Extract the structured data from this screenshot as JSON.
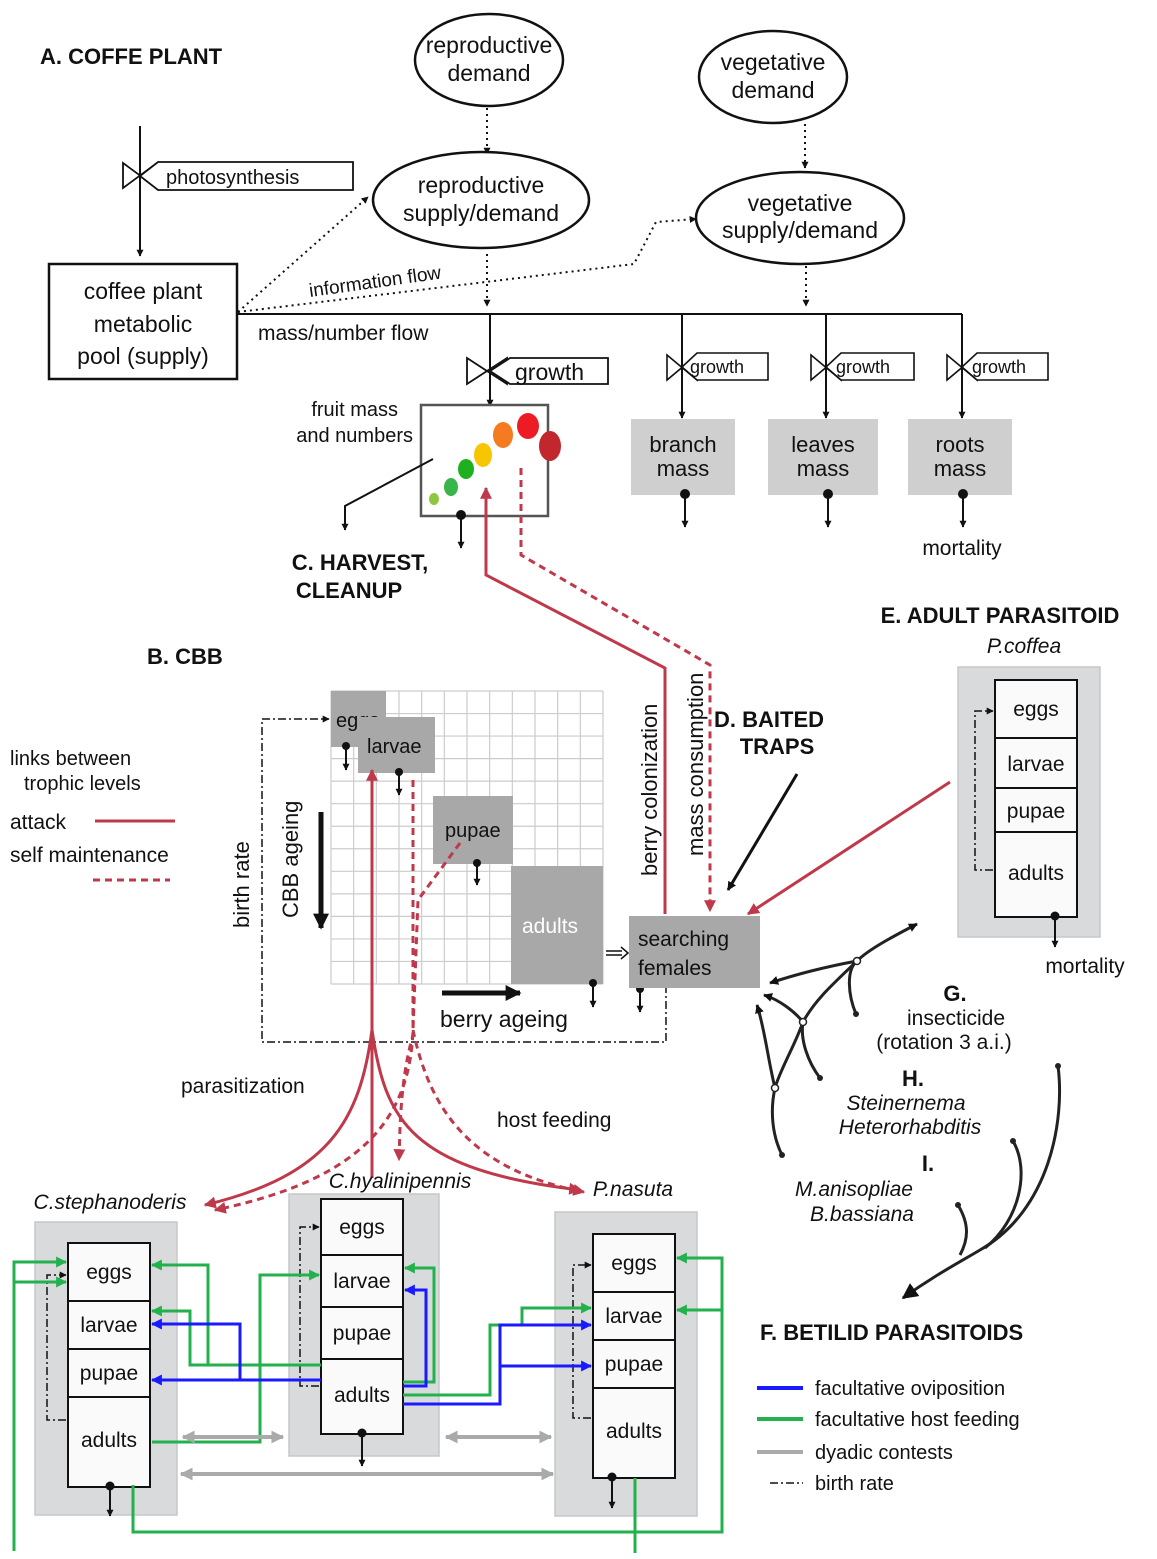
{
  "sections": {
    "a": "A. COFFE PLANT",
    "b": "B. CBB",
    "c_line1": "C. HARVEST,",
    "c_line2": "CLEANUP",
    "d_line1": "D. BAITED",
    "d_line2": "TRAPS",
    "e": "E. ADULT PARASITOID",
    "e_species": "P.coffea",
    "f": "F. BETILID PARASITOIDS",
    "g": "G.",
    "h": "H.",
    "i": "I."
  },
  "plant": {
    "reproductive_demand": [
      "reproductive",
      "demand"
    ],
    "vegetative_demand": [
      "vegetative",
      "demand"
    ],
    "reproductive_supply_demand": [
      "reproductive",
      "supply/demand"
    ],
    "vegetative_supply_demand": [
      "vegetative",
      "supply/demand"
    ],
    "photosynthesis": "photosynthesis",
    "metabolic_pool": [
      "coffee plant",
      "metabolic",
      "pool (supply)"
    ],
    "information_flow": "information flow",
    "mass_number_flow": "mass/number flow",
    "growth": "growth",
    "fruit_mass": [
      "fruit mass",
      "and numbers"
    ],
    "branch_mass": [
      "branch",
      "mass"
    ],
    "leaves_mass": [
      "leaves",
      "mass"
    ],
    "roots_mass": [
      "roots",
      "mass"
    ],
    "mortality": "mortality",
    "fruit_colors": [
      "#8dc63f",
      "#39b54a",
      "#1fb01f",
      "#f7c600",
      "#f47b20",
      "#ed1c24",
      "#c1272d"
    ]
  },
  "cbb": {
    "eggs": "eggs",
    "larvae": "larvae",
    "pupae": "pupae",
    "adults": "adults",
    "searching_females": [
      "searching",
      "females"
    ],
    "birth_rate": "birth rate",
    "cbb_ageing": "CBB ageing",
    "berry_ageing": "berry ageing",
    "berry_colonization": "berry colonization",
    "mass_consumption": "mass consumption"
  },
  "legend_trophic": {
    "title": [
      "links between",
      "trophic levels"
    ],
    "attack": "attack",
    "self_maintenance": "self maintenance",
    "attack_color": "#c0394b"
  },
  "links": {
    "parasitization": "parasitization",
    "host_feeding": "host feeding"
  },
  "parasitoid_e": {
    "stages": [
      "eggs",
      "larvae",
      "pupae",
      "adults"
    ],
    "mortality": "mortality"
  },
  "controls": {
    "insecticide": [
      "insecticide",
      "(rotation 3 a.i.)"
    ],
    "nematodes": [
      "Steinernema",
      "Heterorhabditis"
    ],
    "fungi": [
      "M.anisopliae",
      "B.bassiana"
    ]
  },
  "betilids": {
    "species": [
      "C.stephanoderis",
      "C.hyalinipennis",
      "P.nasuta"
    ],
    "stages": [
      "eggs",
      "larvae",
      "pupae",
      "adults"
    ]
  },
  "legend_f": {
    "items": [
      "facultative  oviposition",
      "facultative host feeding",
      "dyadic contests",
      "birth rate"
    ],
    "colors": [
      "#1a1aff",
      "#22b14c",
      "#aaaaaa",
      "#111111"
    ]
  }
}
